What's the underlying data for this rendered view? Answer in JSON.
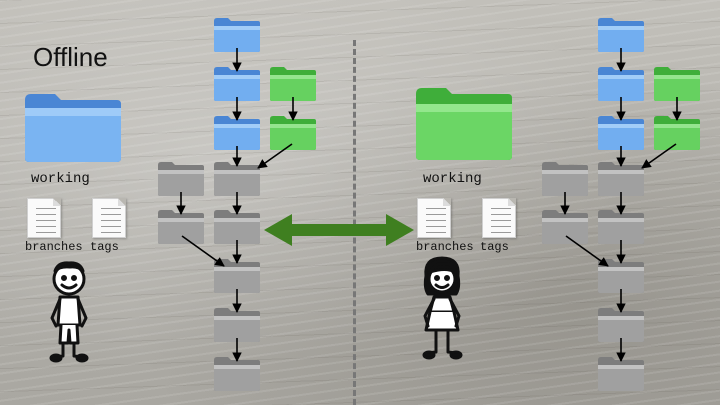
{
  "title": "Offline",
  "left_person": {
    "working_label": "working",
    "branches_label": "branches",
    "tags_label": "tags"
  },
  "right_person": {
    "working_label": "working",
    "branches_label": "branches",
    "tags_label": "tags"
  },
  "colors": {
    "blue_folder": "#6aa5ea",
    "green_folder": "#66d160",
    "gray_folder": "#9a9a9a",
    "sync_arrow": "#3f7f20",
    "divider": "#777777"
  },
  "icons": [
    "folder-icon",
    "document-icon",
    "stick-figure-boy",
    "stick-figure-girl",
    "double-arrow"
  ]
}
